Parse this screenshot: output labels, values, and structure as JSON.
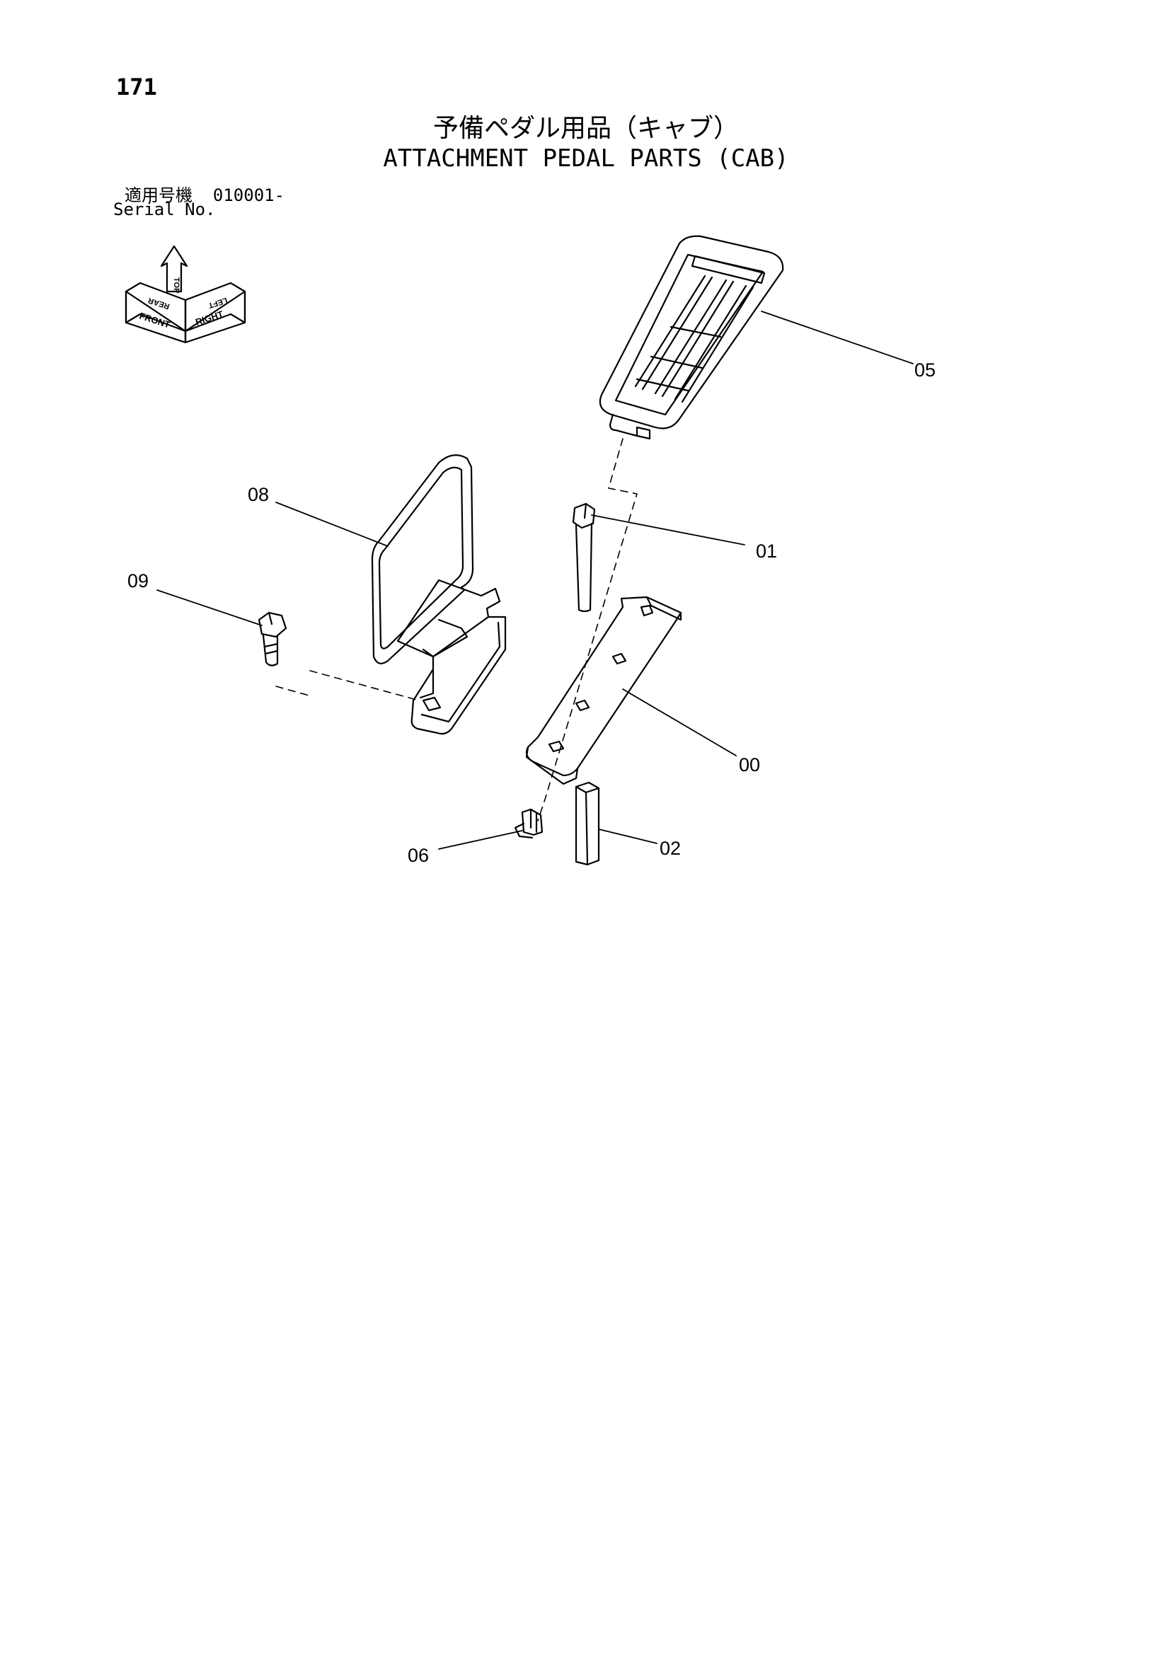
{
  "header": {
    "page_number": "171",
    "title_jp": "予備ペダル用品（キャブ）",
    "title_en": "ATTACHMENT PEDAL PARTS (CAB)",
    "serial_label_jp": "適用号機",
    "serial_value": "010001-",
    "serial_label_en": "Serial No."
  },
  "orientation_indicator": {
    "labels": [
      "FRONT",
      "REAR",
      "TOP",
      "RIGHT",
      "LEFT"
    ]
  },
  "callouts": [
    {
      "id": "05",
      "label": "05"
    },
    {
      "id": "08",
      "label": "08"
    },
    {
      "id": "01",
      "label": "01"
    },
    {
      "id": "09",
      "label": "09"
    },
    {
      "id": "00",
      "label": "00"
    },
    {
      "id": "06",
      "label": "06"
    },
    {
      "id": "02",
      "label": "02"
    }
  ]
}
